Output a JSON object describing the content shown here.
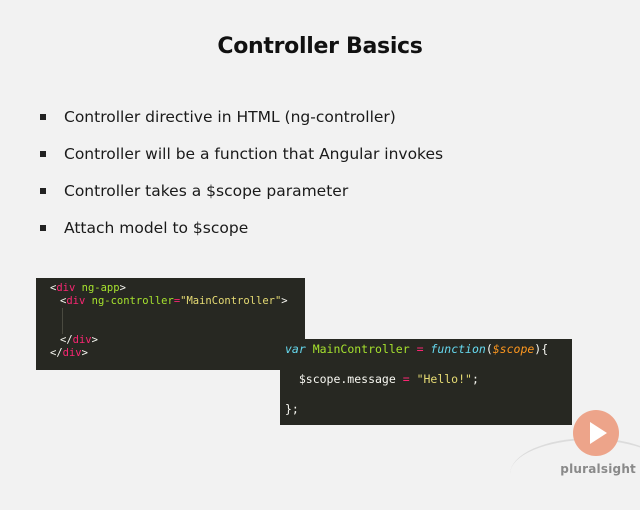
{
  "slide": {
    "title": "Controller Basics",
    "bullets": [
      "Controller directive in HTML (ng-controller)",
      "Controller will be a function that Angular invokes",
      "Controller takes a $scope parameter",
      "Attach model to $scope"
    ]
  },
  "code_html": {
    "l1_open": "<",
    "l1_tag": "div",
    "l1_attr": " ng-app",
    "l1_close": ">",
    "l2_open": "<",
    "l2_tag": "div",
    "l2_attr": " ng-controller",
    "l2_eq": "=",
    "l2_str": "\"MainController\"",
    "l2_close": ">",
    "l5_open": "</",
    "l5_tag": "div",
    "l5_close": ">",
    "l6_open": "</",
    "l6_tag": "div",
    "l6_close": ">"
  },
  "code_js": {
    "var": "var",
    "name": " MainController ",
    "eq": "=",
    "function": " function",
    "paren_open": "(",
    "param": "$scope",
    "paren_close": "){",
    "body_obj": "  $scope.message ",
    "body_eq": "=",
    "body_str": " \"Hello!\"",
    "body_end": ";",
    "end": "};"
  },
  "branding": {
    "logo_text": "pluralsight",
    "icon": "play-icon",
    "accent": "#eda48a"
  }
}
